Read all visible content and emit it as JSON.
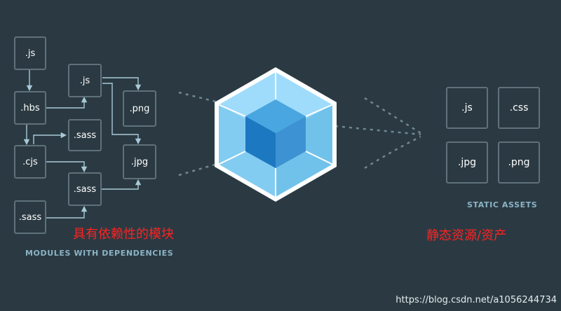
{
  "modules": {
    "items": [
      ".js",
      ".hbs",
      ".cjs",
      ".sass",
      ".js",
      ".sass",
      ".sass",
      ".png",
      ".jpg"
    ],
    "caption": "MODULES WITH DEPENDENCIES",
    "annotation": "具有依赖性的模块"
  },
  "assets": {
    "items": [
      ".js",
      ".css",
      ".jpg",
      ".png"
    ],
    "caption": "STATIC ASSETS",
    "annotation": "静态资源/资产"
  },
  "logo": {
    "name": "webpack-cube-logo"
  },
  "watermark": "https://blog.csdn.net/a1056244734",
  "colors": {
    "background": "#2b3a42",
    "box_border": "#5f717a",
    "connector": "#a9c9d8",
    "cube_light": "#8ed6fb",
    "cube_dark": "#1c78c0",
    "annotation": "#ff2222"
  }
}
